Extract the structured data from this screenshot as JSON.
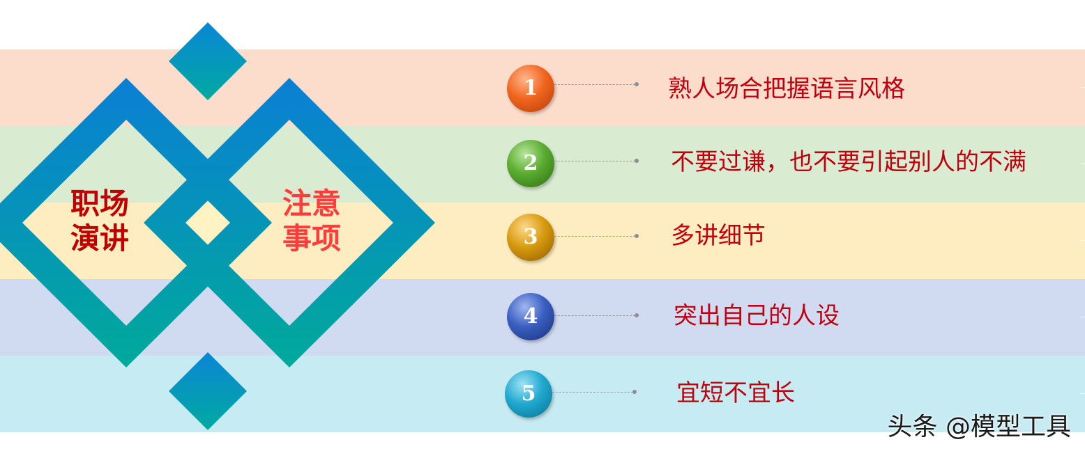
{
  "title_left": {
    "line1": "职场",
    "line2": "演讲"
  },
  "title_right": {
    "line1": "注意",
    "line2": "事项"
  },
  "items": [
    {
      "number": "1",
      "text": "熟人场合把握语言风格",
      "band_color": "#fcdccb",
      "ball_color": "#e8551b"
    },
    {
      "number": "2",
      "text": "不要过谦，也不要引起别人的不满",
      "band_color": "#d9ebd1",
      "ball_color": "#4e9e2c"
    },
    {
      "number": "3",
      "text": "多讲细节",
      "band_color": "#feedc0",
      "ball_color": "#c88a06"
    },
    {
      "number": "4",
      "text": "突出自己的人设",
      "band_color": "#d0dbf1",
      "ball_color": "#3355b0"
    },
    {
      "number": "5",
      "text": "宜短不宜长",
      "band_color": "#c6ebf2",
      "ball_color": "#1a9cc4"
    }
  ],
  "colors": {
    "diamond_top": "#0a7fd4",
    "diamond_bottom": "#00aa9a",
    "text_red": "#c0000f"
  },
  "watermark": "头条 @模型工具"
}
